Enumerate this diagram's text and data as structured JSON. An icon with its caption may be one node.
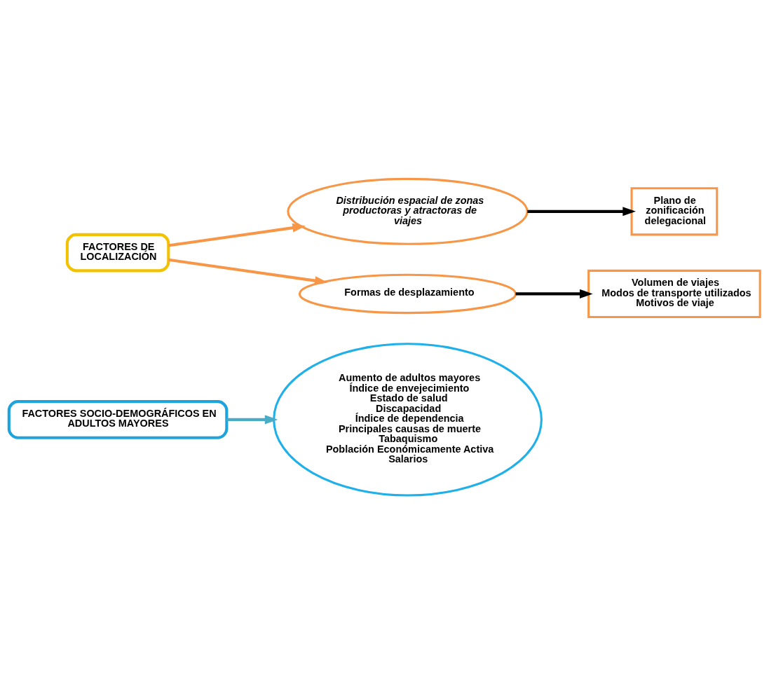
{
  "diagram": {
    "nodes": [
      {
        "text": [
          "FACTORES SOCIO-DEMOGRÁFICOS EN ADULTOS MAYORES"
        ]
      },
      {
        "text": [
          "Aumento de adultos mayores",
          "Índice de envejecimiento",
          "Estado de salud",
          "Discapacidad",
          "Índice de dependencia",
          "Principales causas de muerte",
          "Tabaquismo",
          "Población Económicamente Activa",
          "Salarios"
        ]
      },
      {
        "text": [
          "FACTORES DE LOCALIZACIÓN"
        ]
      },
      {
        "text": [
          "Distribución espacial de zonas productoras y atractoras de viajes"
        ]
      },
      {
        "text": [
          "Plano de zonificación delegacional"
        ]
      },
      {
        "text": [
          "Formas de desplazamiento"
        ]
      },
      {
        "text": [
          "Volumen de viajes",
          "Modos de transporte utilizados",
          "Motivos de viaje"
        ]
      }
    ],
    "edges": [
      {
        "from": 0,
        "to": 1,
        "arrow": "to",
        "color": "#4bacc6"
      },
      {
        "from": 2,
        "to": 3,
        "arrow": "to",
        "color": "#f79646"
      },
      {
        "from": 2,
        "to": 5,
        "arrow": "to",
        "color": "#f79646"
      },
      {
        "from": 3,
        "to": 4,
        "arrow": "to",
        "color": "#000000"
      },
      {
        "from": 5,
        "to": 6,
        "arrow": "to",
        "color": "#000000"
      }
    ]
  }
}
